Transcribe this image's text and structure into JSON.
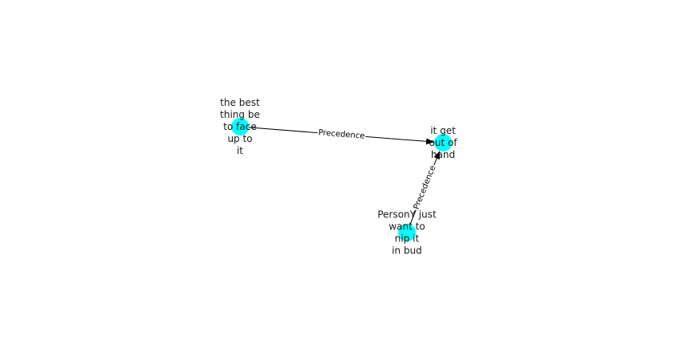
{
  "diagram": {
    "node_color": "#00FFFF",
    "edge_color": "#000000",
    "nodes": [
      {
        "id": "n1",
        "label_lines": [
          "the best",
          "thing be",
          "to face",
          "up to",
          "it"
        ]
      },
      {
        "id": "n2",
        "label_lines": [
          "it get",
          "out of",
          "hand"
        ]
      },
      {
        "id": "n3",
        "label_lines": [
          "PersonY just",
          "want to",
          "nip it",
          "in bud"
        ]
      }
    ],
    "edges": [
      {
        "source": "n1",
        "target": "n2",
        "label": "Precedence"
      },
      {
        "source": "n3",
        "target": "n2",
        "label": "Precedence"
      }
    ]
  }
}
